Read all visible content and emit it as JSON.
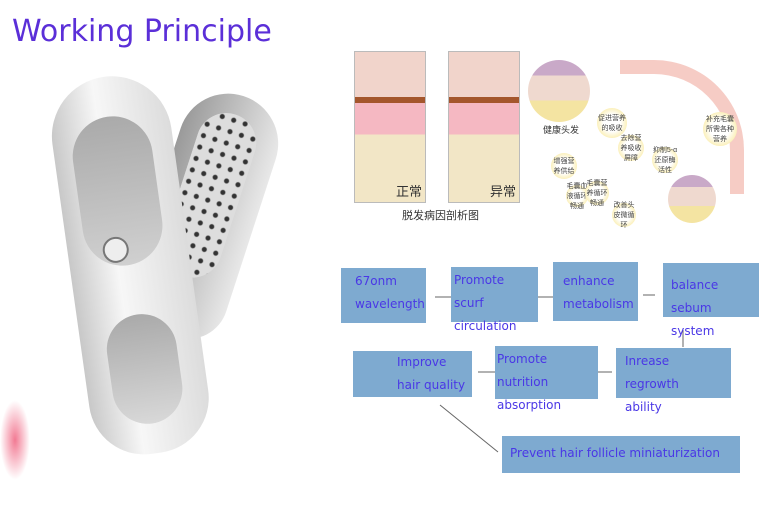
{
  "title": "Working Principle",
  "diagram": {
    "normal": "正常",
    "abnormal": "异常",
    "caption": "脱发病因剖析图",
    "healthy": "健康头发",
    "bubbles": [
      "促进营养的吸收",
      "去除营养吸收屏障",
      "抑制5-α还原酶活性",
      "补充毛囊所需各种营养",
      "增强营养供给",
      "毛囊血液循环畅通",
      "毛囊营养循环畅通",
      "改善头皮微循环"
    ]
  },
  "flow": {
    "b1": [
      "67onm",
      "wavelength"
    ],
    "b2": [
      "Promote scurf",
      "circulation"
    ],
    "b3": [
      "enhance",
      "metabolism"
    ],
    "b4": [
      "balance sebum",
      "system"
    ],
    "b5": [
      "Improve",
      "hair quality"
    ],
    "b6": [
      "Promote nutrition",
      "absorption"
    ],
    "b7": [
      "Inrease regrowth",
      "ability"
    ],
    "b8": "Prevent hair follicle miniaturization"
  },
  "colors": {
    "title": "#5b2fd8",
    "box": "#7eaad0",
    "box_text": "#4a37e6"
  }
}
